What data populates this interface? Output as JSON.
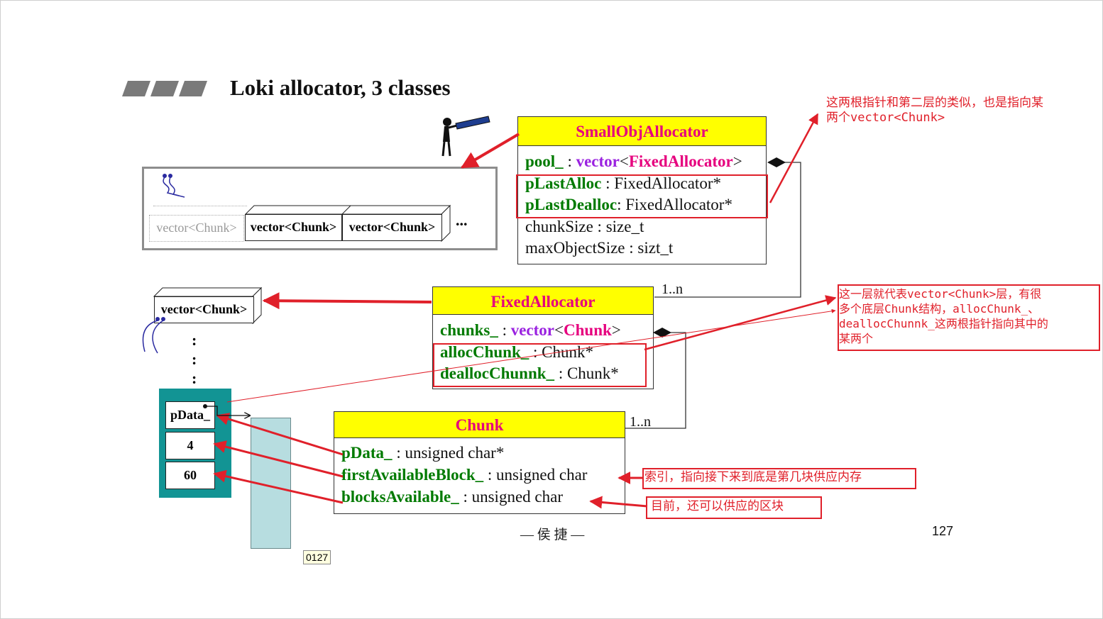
{
  "slide": {
    "title": "Loki allocator, 3 classes",
    "footer_author": "— 侯 捷 —",
    "page_number": "127",
    "tag": "0127"
  },
  "small_obj_allocator": {
    "name": "SmallObjAllocator",
    "pool_name": "pool_",
    "pool_sep": " : ",
    "pool_type_a": "vector",
    "pool_lt": "<",
    "pool_type_b": "FixedAllocator",
    "pool_gt": ">",
    "plast_alloc_name": "pLastAlloc",
    "plast_alloc_type": " : FixedAllocator*",
    "plast_dealloc_name": "pLastDealloc",
    "plast_dealloc_type": ": FixedAllocator*",
    "chunk_size": "chunkSize : size_t",
    "max_object_size": "maxObjectSize : sizt_t"
  },
  "fixed_allocator": {
    "name": "FixedAllocator",
    "chunks_name": "chunks_",
    "chunks_sep": " : ",
    "chunks_type_a": "vector",
    "chunks_lt": "<",
    "chunks_type_b": "Chunk",
    "chunks_gt": ">",
    "alloc_chunk_name": "allocChunk_",
    "alloc_chunk_type": " : Chunk*",
    "dealloc_chunk_name": "deallocChunnk_",
    "dealloc_chunk_type": " : Chunk*"
  },
  "chunk": {
    "name": "Chunk",
    "pdata_name": "pData_",
    "pdata_type": " : unsigned char*",
    "first_block_name": "firstAvailableBlock_",
    "first_block_type": " : unsigned char",
    "blocks_avail_name": "blocksAvailable_",
    "blocks_avail_type": " : unsigned char"
  },
  "multiplicity": {
    "fixed": "1..n",
    "chunk": "1..n"
  },
  "vector_pool": {
    "faded": "vector<Chunk>",
    "item1": "vector<Chunk>",
    "item2": "vector<Chunk>",
    "ellipsis": "..."
  },
  "vector_single": {
    "label": "vector<Chunk>",
    "dots": [
      ":",
      ":",
      ":"
    ]
  },
  "chunk_block": {
    "pdata": "pData_",
    "first_available": "4",
    "blocks_available": "60"
  },
  "notes": {
    "top_right": "这两根指针和第二层的类似，也是指向某\n两个vector<Chunk>",
    "middle_right": "这一层就代表vector<Chunk>层，有很\n多个底层Chunk结构，allocChunk_、\ndeallocChunnk_这两根指针指向其中的\n某两个",
    "index_note": "索引，指向接下来到底是第几块供应内存",
    "available_note": "目前，还可以供应的区块"
  },
  "colors": {
    "header_fill": "#ffff00",
    "class_name": "#e6007e",
    "field_name": "#007a00",
    "type_purple": "#9a22e0",
    "annotation_red": "#e0202a",
    "teal_block": "#129494",
    "memory_column": "#b7dde0"
  },
  "icons": {
    "telescope": "telescope-person-icon",
    "curl_arrow": "curly-arrow-icon"
  }
}
